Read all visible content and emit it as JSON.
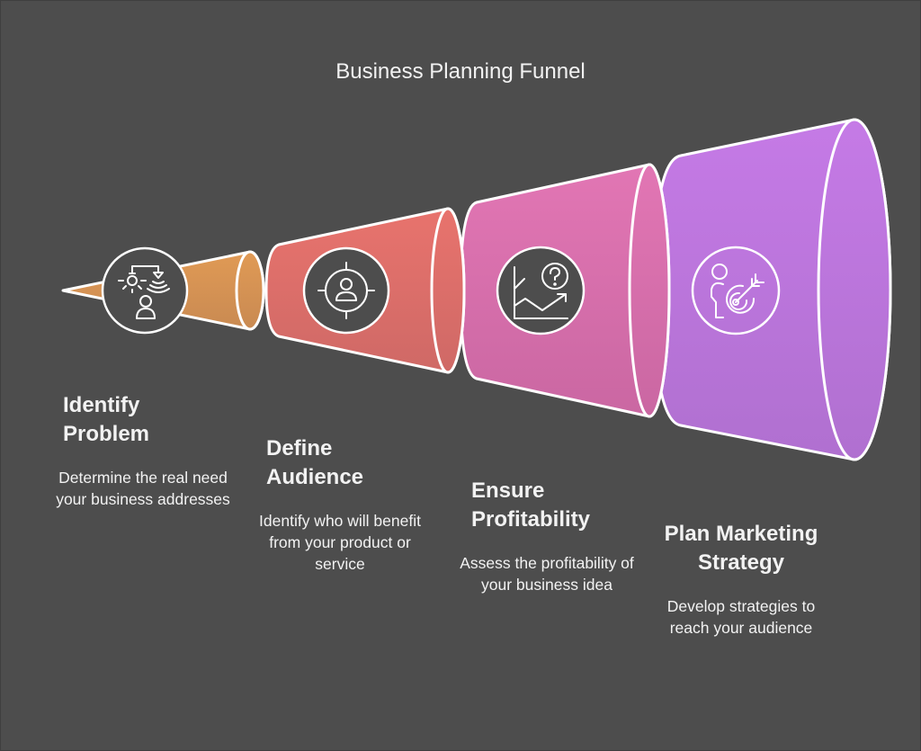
{
  "title": "Business Planning Funnel",
  "colors": {
    "background": "#4d4d4d",
    "outline": "#ffffff",
    "text": "#f2f2f2",
    "icon_circle": "#4d4d4d"
  },
  "stages": [
    {
      "heading": "Identify Problem",
      "heading_lines": [
        "Identify",
        "Problem"
      ],
      "description": "Determine the real need your business addresses",
      "icon": "problem-analysis-icon",
      "color_top": "#e09a55",
      "color_bottom": "#c98a52"
    },
    {
      "heading": "Define Audience",
      "heading_lines": [
        "Define",
        "Audience"
      ],
      "description": "Identify who will benefit from your product or service",
      "icon": "target-audience-icon",
      "color_top": "#e8736d",
      "color_bottom": "#cf6966"
    },
    {
      "heading": "Ensure Profitability",
      "heading_lines": [
        "Ensure",
        "Profitability"
      ],
      "description": "Assess the profitability of your business idea",
      "icon": "profit-chart-question-icon",
      "color_top": "#e276b4",
      "color_bottom": "#ca67a2"
    },
    {
      "heading": "Plan Marketing Strategy",
      "heading_lines": [
        "Plan Marketing",
        "Strategy"
      ],
      "description": "Develop strategies to reach your audience",
      "icon": "person-target-icon",
      "color_top": "#c57ae6",
      "color_bottom": "#b070d0"
    }
  ]
}
